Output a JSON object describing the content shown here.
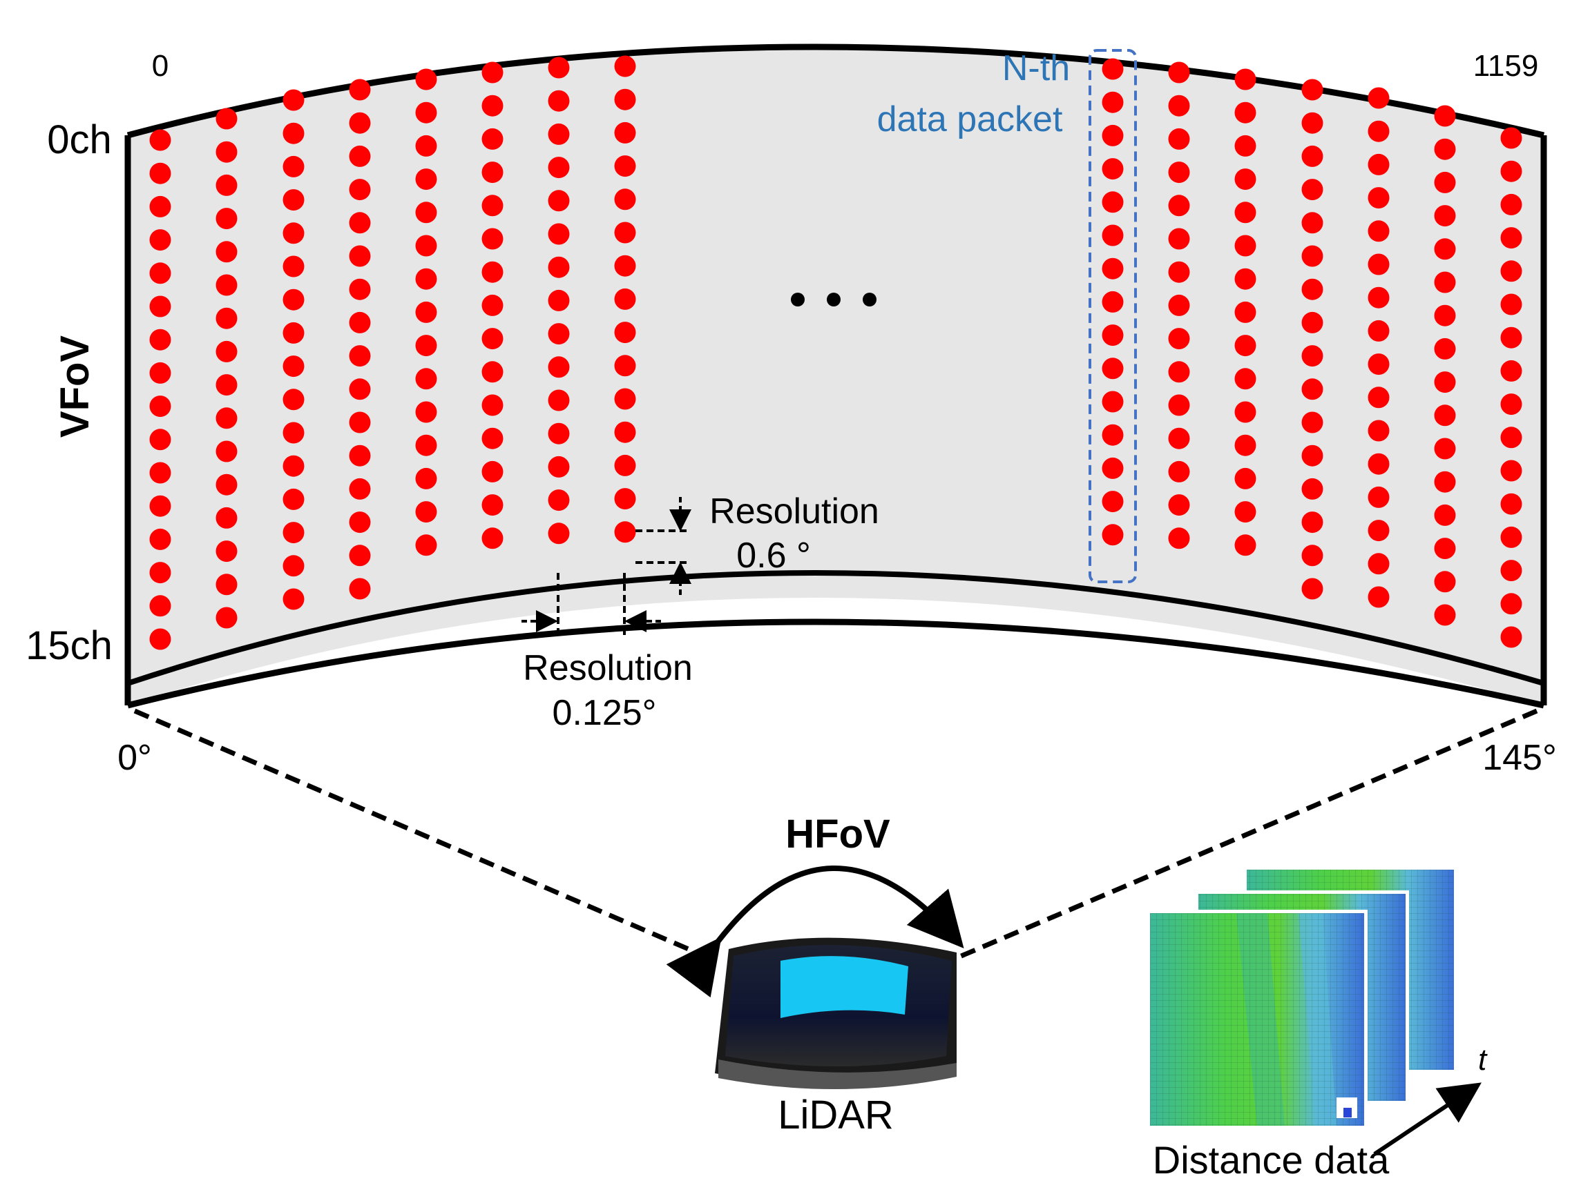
{
  "diagram": {
    "col_start_label": "0",
    "col_end_label": "1159",
    "ch_top_label": "0ch",
    "ch_bottom_label": "15ch",
    "vfov_label": "VFoV",
    "hfov_label": "HFoV",
    "angle_start_label": "0°",
    "angle_end_label": "145°",
    "packet_label_line1": "N-th",
    "packet_label_line2": "data packet",
    "vres_label_line1": "Resolution",
    "vres_label_line2": "0.6 °",
    "hres_label_line1": "Resolution",
    "hres_label_line2": "0.125°",
    "lidar_label": "LiDAR",
    "distance_label": "Distance data",
    "time_label": "t",
    "channels": 16,
    "colors": {
      "dot": "#ff0000",
      "screen": "#e6e6e6",
      "packet_box": "#4472c4",
      "packet_text": "#2e75b6",
      "lidar_window": "#17c6f2",
      "heatmap_green": "#4ed04a",
      "heatmap_teal": "#3cb89a",
      "heatmap_blue": "#3a6fd8"
    }
  }
}
